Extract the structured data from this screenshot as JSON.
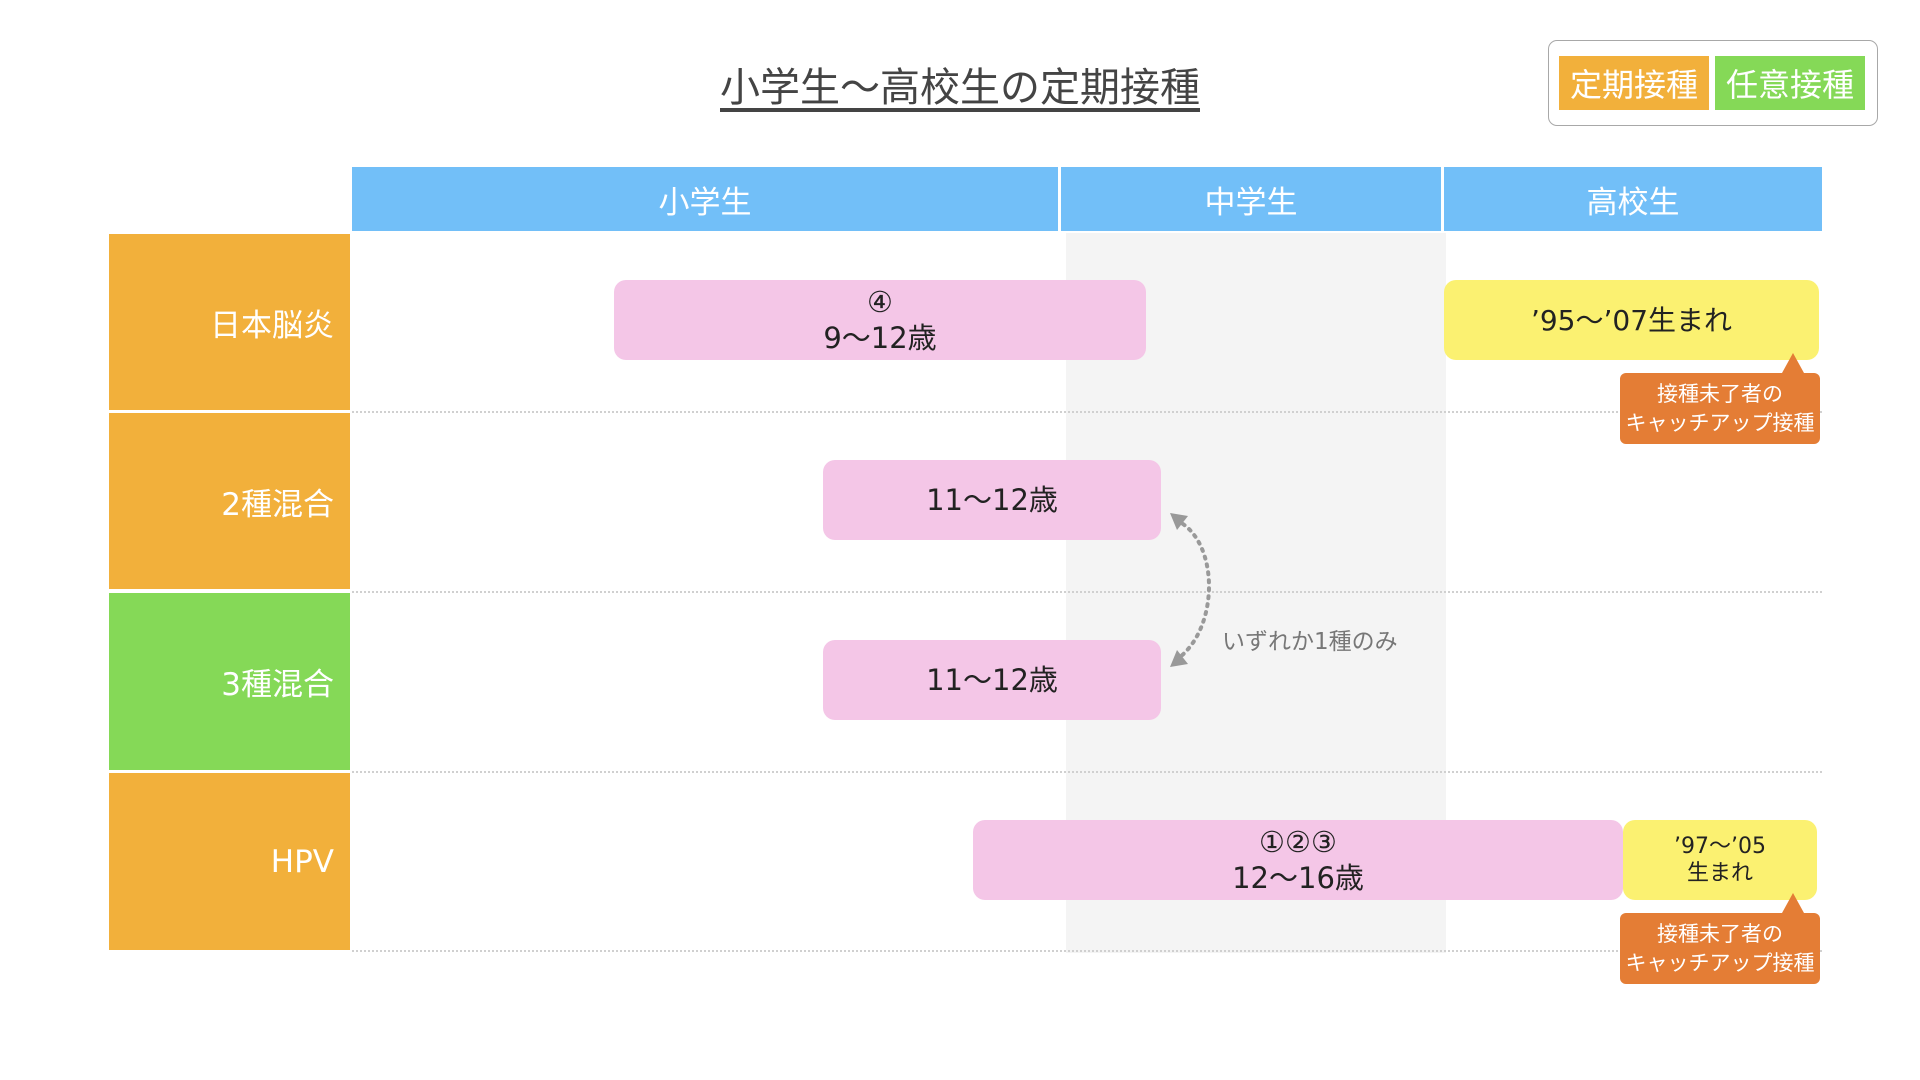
{
  "title": "小学生〜高校生の定期接種",
  "legend": {
    "regular": {
      "label": "定期接種",
      "color": "#f2b03b"
    },
    "optional": {
      "label": "任意接種",
      "color": "#85d957"
    }
  },
  "columns": [
    "小学生",
    "中学生",
    "高校生"
  ],
  "rows": [
    {
      "label": "日本脳炎",
      "kind": "regular"
    },
    {
      "label": "2種混合",
      "kind": "regular"
    },
    {
      "label": "3種混合",
      "kind": "optional"
    },
    {
      "label": "HPV",
      "kind": "regular"
    }
  ],
  "bars": {
    "je": {
      "dose": "④",
      "age": "9〜12歳"
    },
    "je_catchup": {
      "text": "’95〜’07生まれ"
    },
    "dt": {
      "age": "11〜12歳"
    },
    "tdap": {
      "age": "11〜12歳"
    },
    "hpv": {
      "dose": "①②③",
      "age": "12〜16歳"
    },
    "hpv_catchup": {
      "line1": "’97〜’05",
      "line2": "生まれ"
    }
  },
  "notes": {
    "je": {
      "line1": "接種未了者の",
      "line2": "キャッチアップ接種"
    },
    "hpv": {
      "line1": "接種未了者の",
      "line2": "キャッチアップ接種"
    }
  },
  "hint": "いずれか1種のみ",
  "colors": {
    "header": "#72bff8",
    "pink_bar": "#f4c6e7",
    "yellow_bar": "#fbf171",
    "note": "#e47d35",
    "middle_school_shade": "#f4f4f4"
  }
}
